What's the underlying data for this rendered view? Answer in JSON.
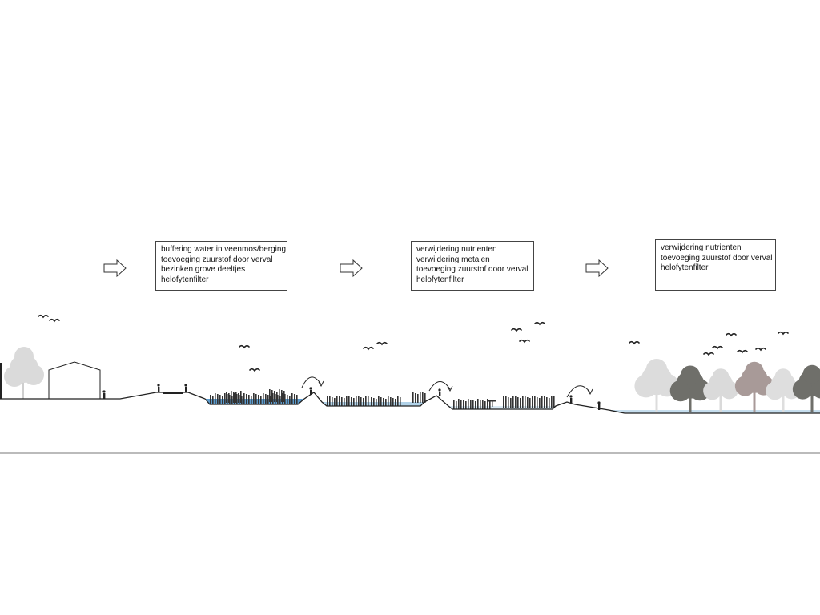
{
  "stages": [
    {
      "lines": [
        "buffering water in veenmos/berging",
        "toevoeging zuurstof door verval",
        "bezinken grove deeltjes",
        "helofytenfilter"
      ]
    },
    {
      "lines": [
        "verwijdering nutrienten",
        "verwijdering metalen",
        "toevoeging zuurstof door verval",
        "helofytenfilter"
      ]
    },
    {
      "lines": [
        "verwijdering nutrienten",
        "toevoeging zuurstof door verval",
        "helofytenfilter"
      ]
    }
  ],
  "colors": {
    "water": "#4a90c8",
    "ground": "#222222",
    "tree_light": "#d8d8d8",
    "tree_dark": "#6f6f6a",
    "tree_mauve": "#a89a98",
    "reeds": "#333333",
    "baseline": "#777777"
  },
  "icons": [
    "process-arrow-icon",
    "flow-curve-icon",
    "bird-icon",
    "tree-icon",
    "person-icon",
    "reed-icon",
    "building-icon"
  ]
}
